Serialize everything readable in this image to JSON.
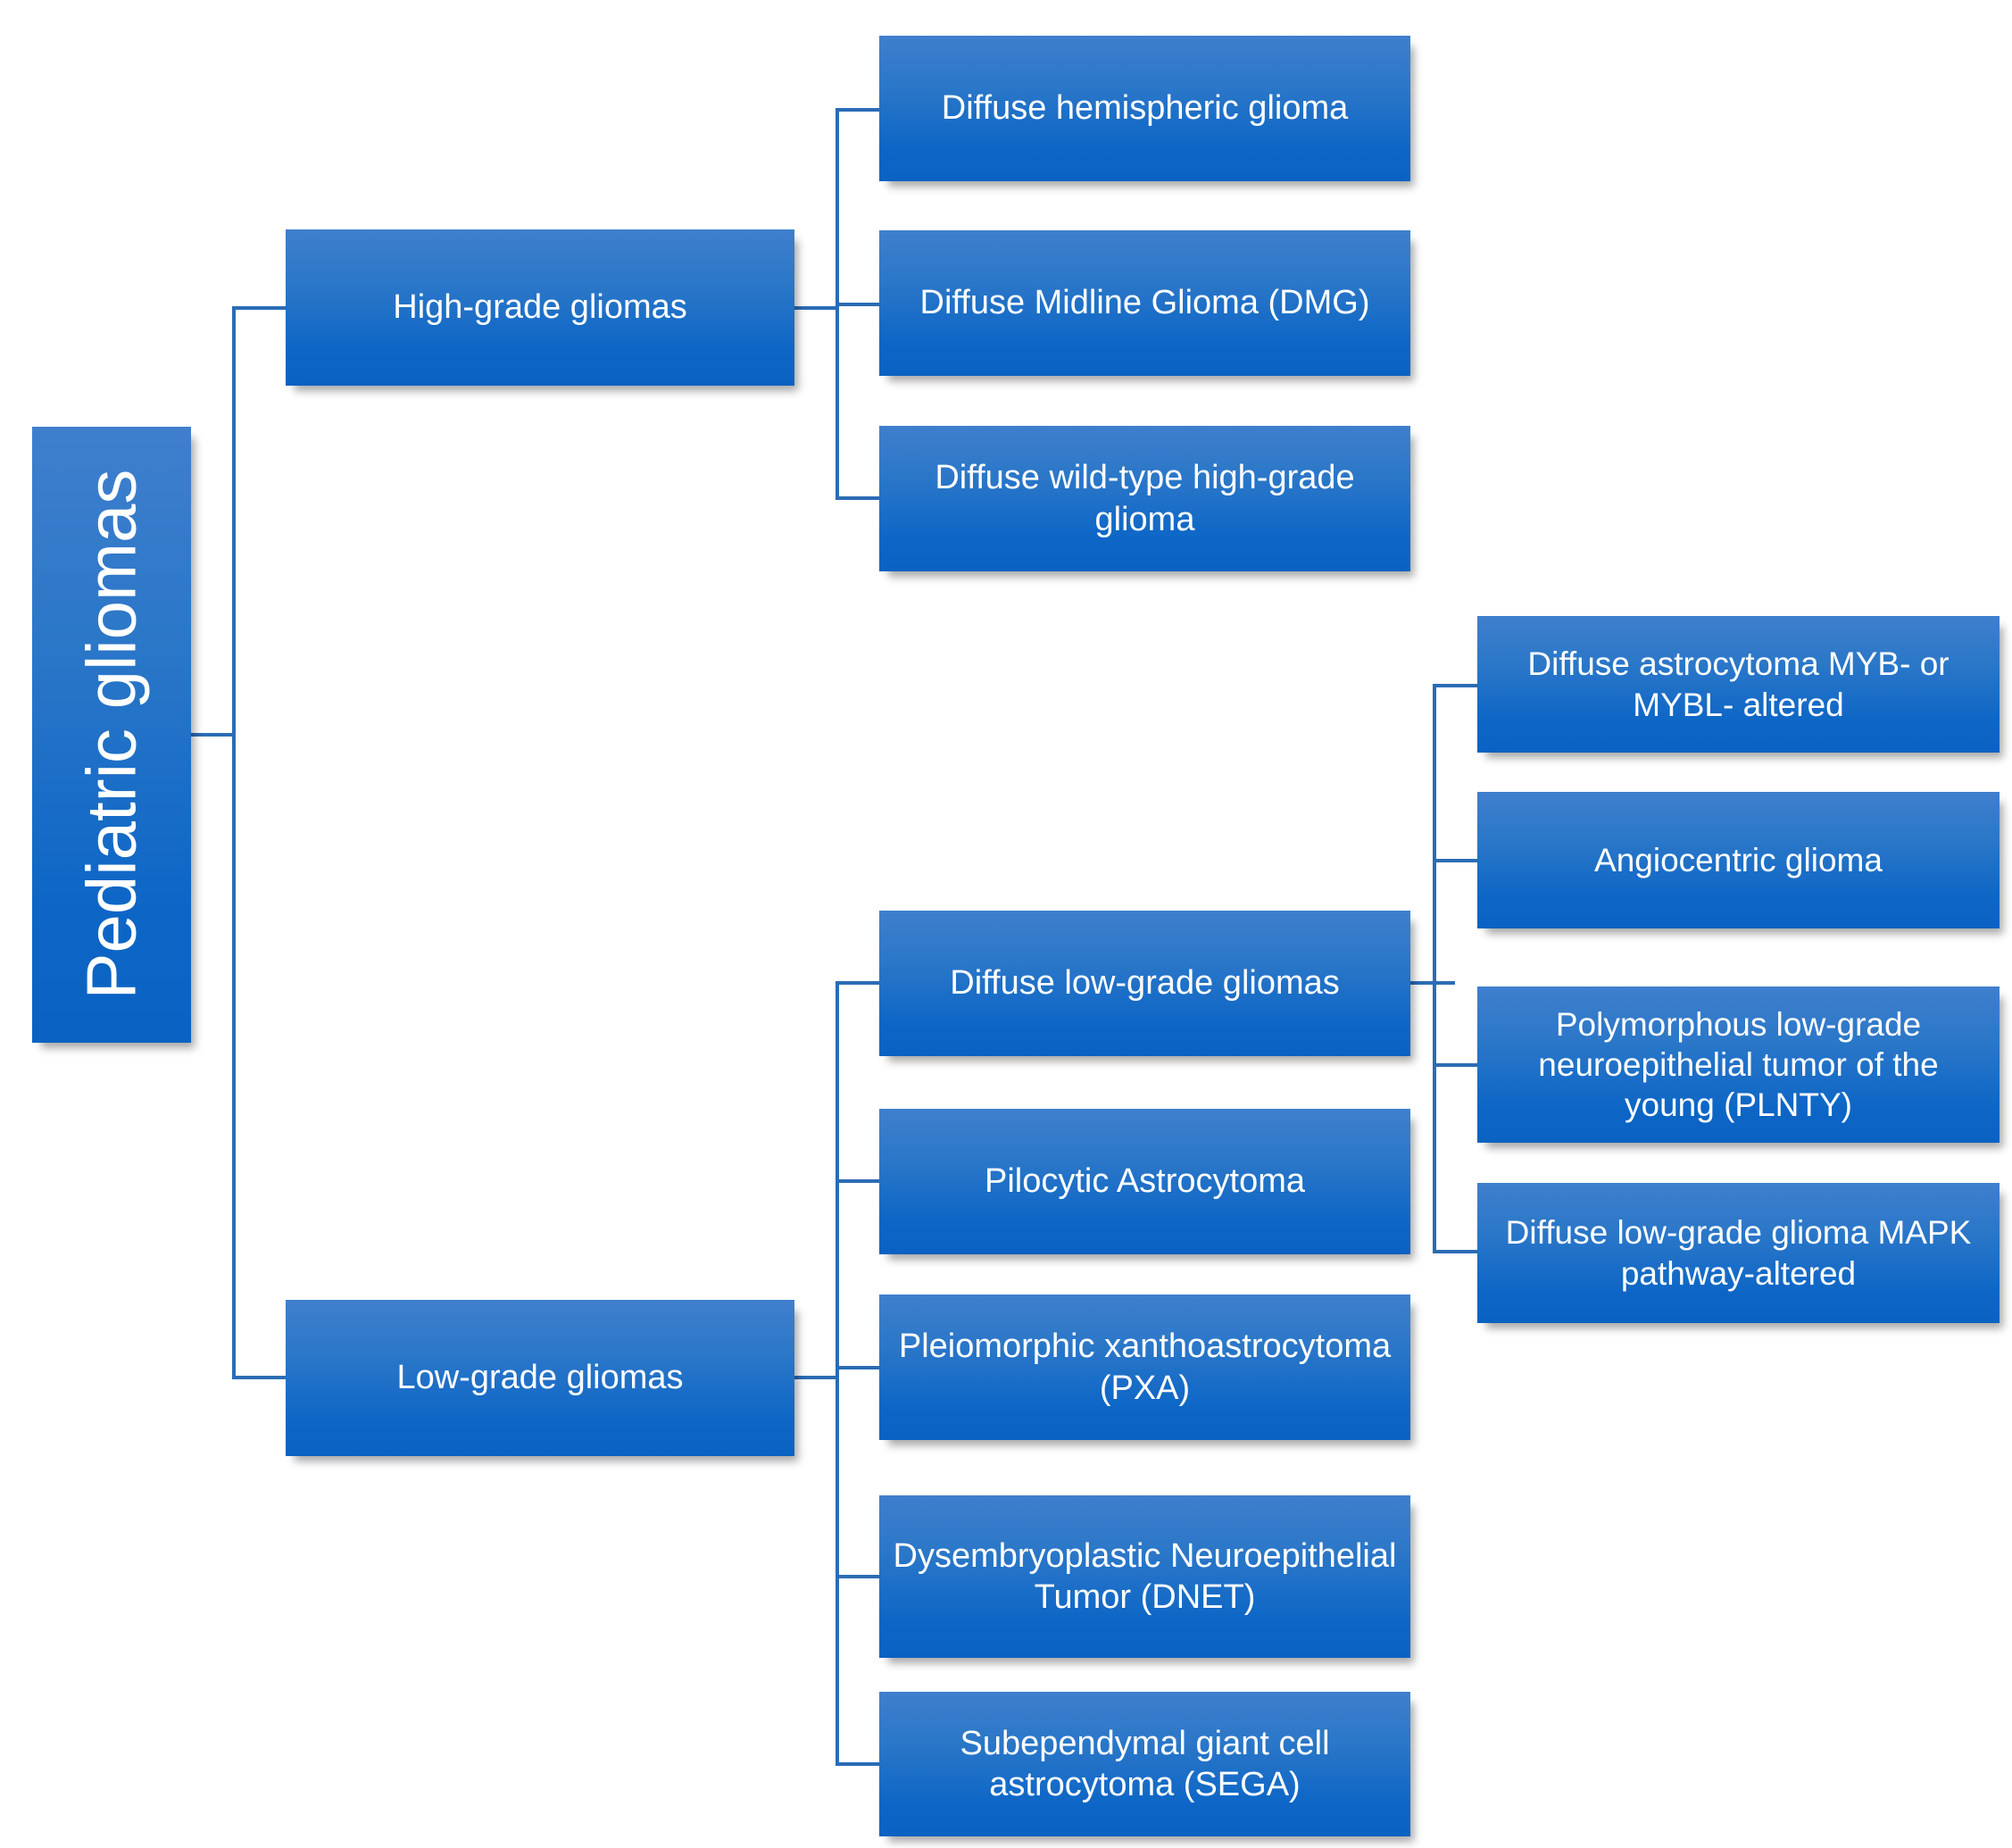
{
  "diagram": {
    "title": "Pediatric gliomas",
    "type": "hierarchy-tree",
    "accent_color": "#0d66c6",
    "line_color": "#2b6cb5",
    "text_color": "#ffffff",
    "background_color": "#ffffff",
    "root": {
      "label": "Pediatric gliomas",
      "orientation": "vertical"
    },
    "level1": [
      {
        "label": "High-grade gliomas"
      },
      {
        "label": "Low-grade gliomas"
      }
    ],
    "high_grade_children": [
      {
        "label": "Diffuse hemispheric glioma"
      },
      {
        "label": "Diffuse Midline Glioma (DMG)"
      },
      {
        "label": "Diffuse wild-type high-grade glioma"
      }
    ],
    "low_grade_children": [
      {
        "label": "Diffuse low-grade gliomas"
      },
      {
        "label": "Pilocytic Astrocytoma"
      },
      {
        "label": "Pleiomorphic xanthoastrocytoma (PXA)"
      },
      {
        "label": "Dysembryoplastic Neuroepithelial Tumor (DNET)"
      },
      {
        "label": "Subependymal giant cell astrocytoma (SEGA)"
      }
    ],
    "diffuse_low_grade_children": [
      {
        "label": "Diffuse astrocytoma MYB- or MYBL- altered"
      },
      {
        "label": "Angiocentric glioma"
      },
      {
        "label": "Polymorphous low-grade neuroepithelial tumor of the young (PLNTY)"
      },
      {
        "label": "Diffuse low-grade glioma MAPK pathway-altered"
      }
    ]
  }
}
